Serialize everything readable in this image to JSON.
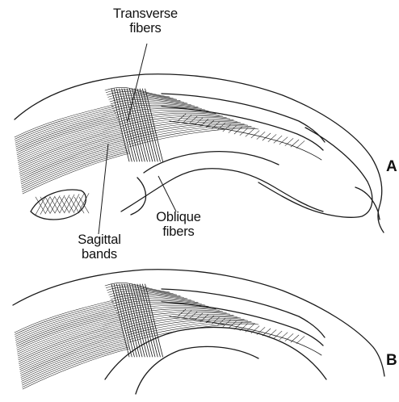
{
  "labels": {
    "transverse_fibers": [
      "Transverse",
      "fibers"
    ],
    "sagittal_bands": [
      "Sagittal",
      "bands"
    ],
    "oblique_fibers": [
      "Oblique",
      "fibers"
    ]
  },
  "panels": {
    "a": "A",
    "b": "B"
  }
}
